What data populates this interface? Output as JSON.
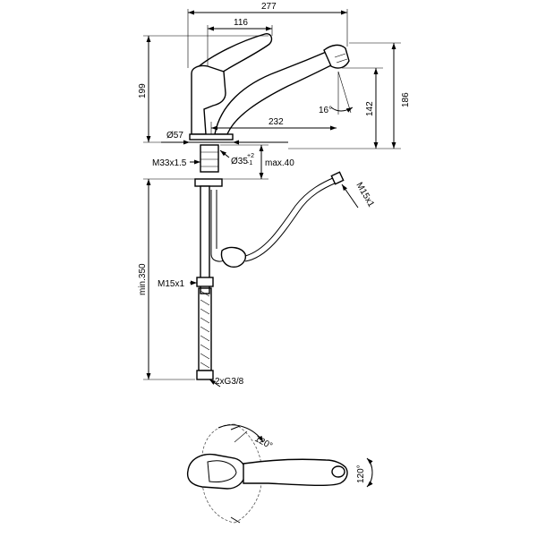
{
  "dims": {
    "d277": "277",
    "d116": "116",
    "d199": "199",
    "d186": "186",
    "d142": "142",
    "d16deg": "16°",
    "d232": "232",
    "d57": "Ø57",
    "m33": "M33x1.5",
    "d35": "Ø35",
    "d35_tol_upper": "+2",
    "d35_tol_lower": "-1",
    "max40": "max.40",
    "m15_right": "M15x1",
    "min350": "min.350",
    "m15_left": "M15x1",
    "g38": "2xG3/8",
    "a120_top": "120°",
    "a120_right": "120°"
  }
}
